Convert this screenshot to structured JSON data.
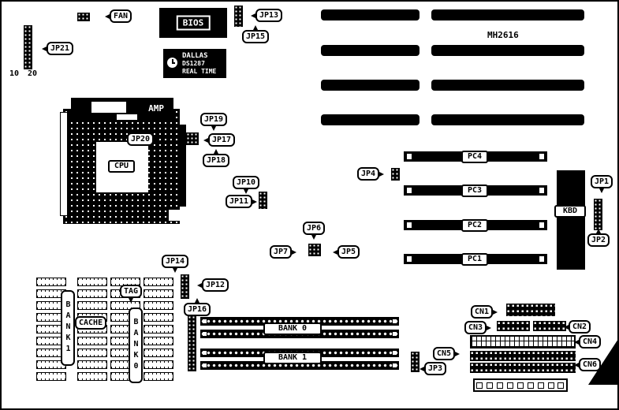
{
  "labels": {
    "jp21": "JP21",
    "pin10": "10",
    "pin20": "20",
    "fan": "FAN",
    "bios": "BIOS",
    "jp13": "JP13",
    "jp15": "JP15",
    "dallas1": "DALLAS",
    "dallas2": "DS1287",
    "dallas3": "REAL TIME",
    "mh2616": "MH2616",
    "amp": "AMP",
    "cpu": "CPU",
    "jp19": "JP19",
    "jp20": "JP20",
    "jp17": "JP17",
    "jp18": "JP18",
    "jp10": "JP10",
    "jp11": "JP11",
    "jp6": "JP6",
    "jp7": "JP7",
    "jp5": "JP5",
    "jp4": "JP4",
    "pc4": "PC4",
    "pc3": "PC3",
    "pc2": "PC2",
    "pc1": "PC1",
    "kbd": "KBD",
    "jp1": "JP1",
    "jp2": "JP2",
    "jp14": "JP14",
    "jp12": "JP12",
    "jp16": "JP16",
    "tag": "TAG",
    "cache": "CACHE",
    "bank1_vertical": "BANK1",
    "bank0_vertical": "BANK0",
    "bank0": "BANK 0",
    "bank1": "BANK 1",
    "cn1": "CN1",
    "cn2": "CN2",
    "cn3": "CN3",
    "cn4": "CN4",
    "cn5": "CN5",
    "cn6": "CN6",
    "jp3": "JP3"
  },
  "colors": {
    "ink": "#000000",
    "paper": "#ffffff"
  }
}
